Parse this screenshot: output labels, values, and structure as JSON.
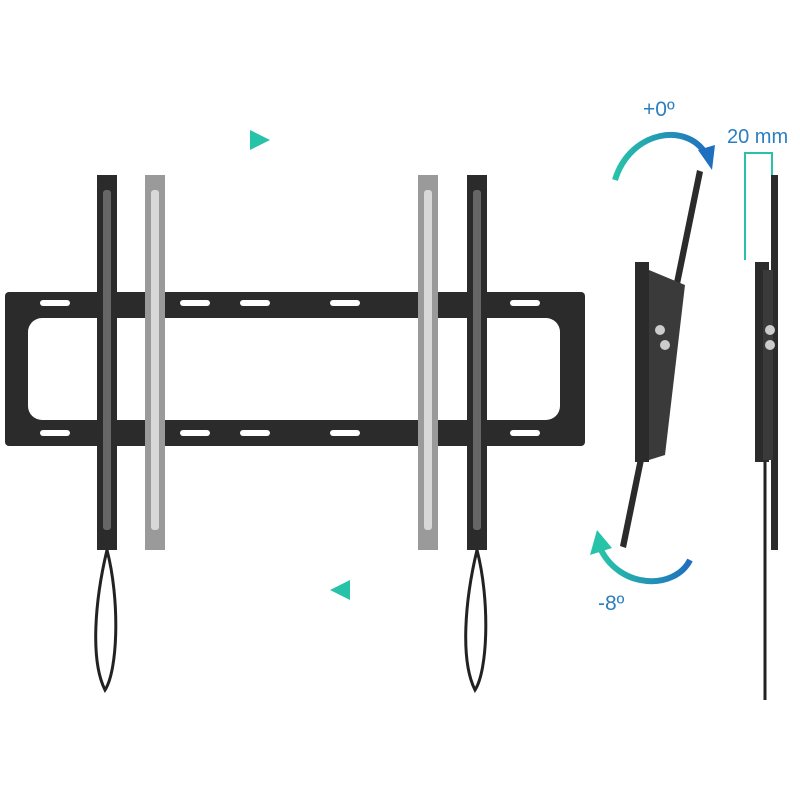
{
  "labels": {
    "tilt_up": "+0º",
    "depth": "20 mm",
    "tilt_down": "-8º"
  },
  "colors": {
    "arrow_start": "#1f6fbf",
    "arrow_end": "#27c3a8",
    "metal_black": "#2b2b2b",
    "metal_gray": "#9a9a9a",
    "label_blue": "#2a7fc1"
  }
}
